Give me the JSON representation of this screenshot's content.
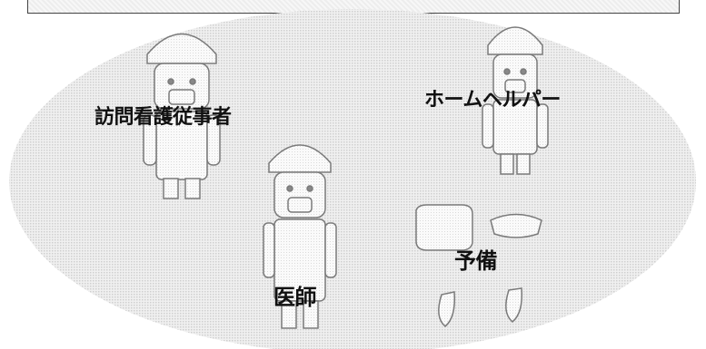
{
  "roles": {
    "nurse": "訪問看護従事者",
    "helper": "ホームヘルパー",
    "doctor": "医師",
    "spare": "予備"
  },
  "colors": {
    "background_halftone": "#e3e3e3",
    "figure_fill": "#f4f4f4",
    "outline": "#7a7a7a",
    "text": "#111111"
  }
}
